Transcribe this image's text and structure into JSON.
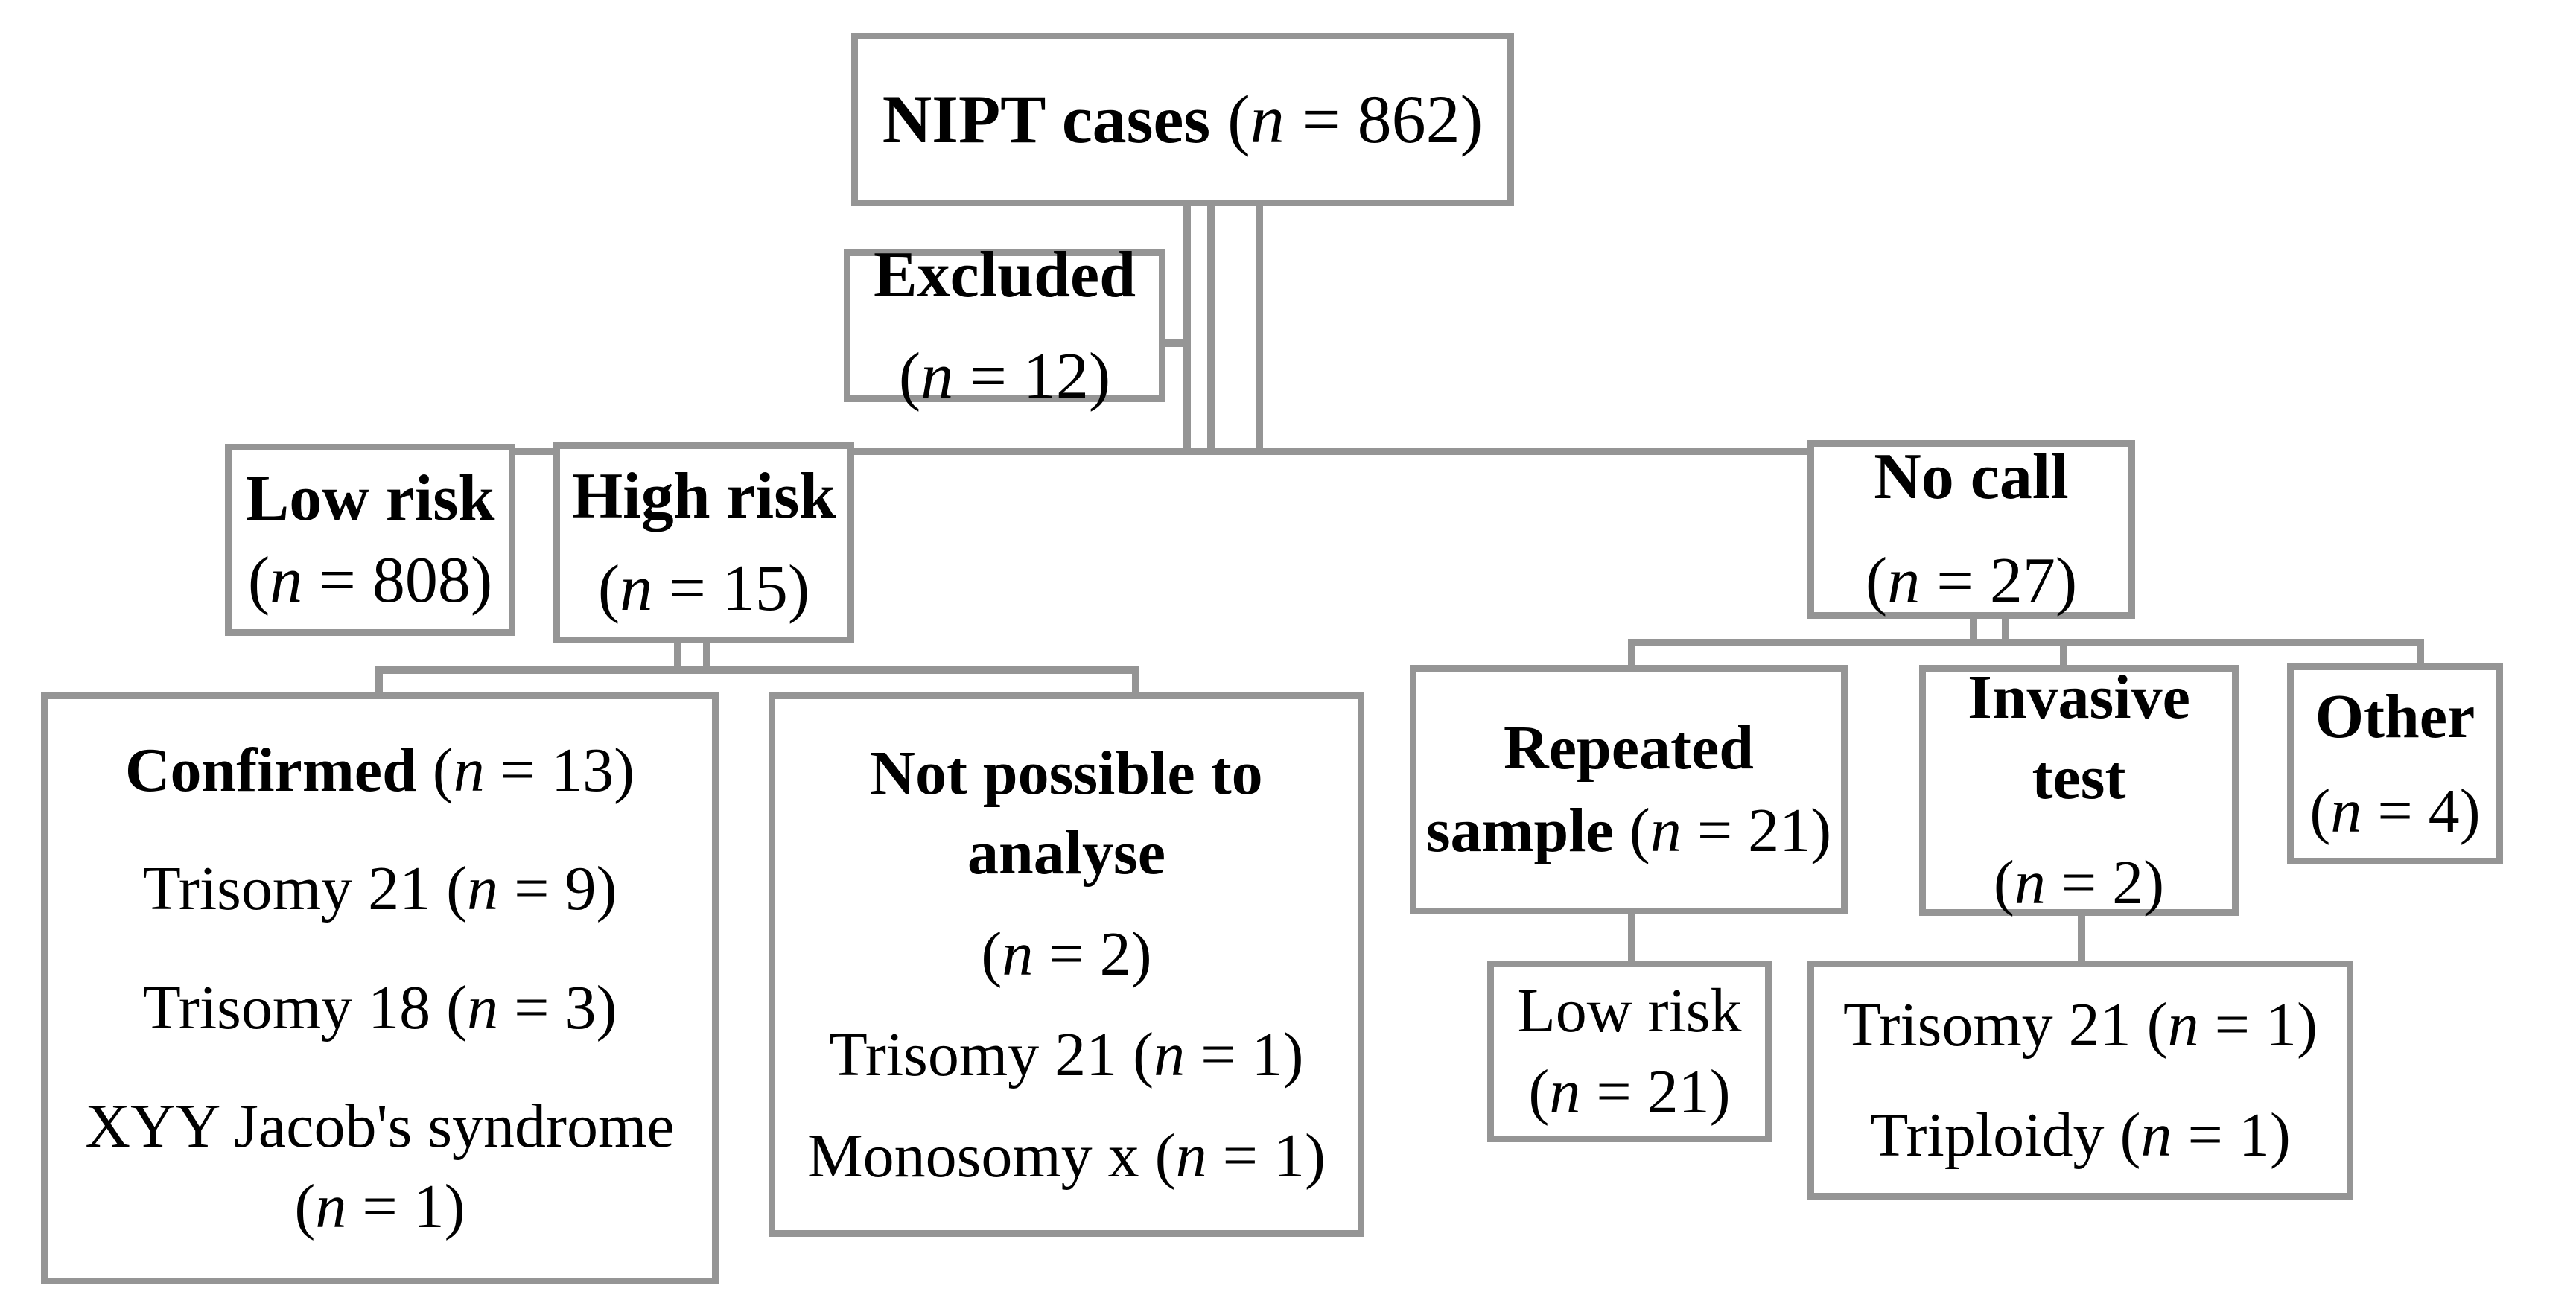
{
  "figure": {
    "description": "NIPT cases study flow diagram",
    "background_color": "#ffffff",
    "box_border_color": "#959595",
    "connector_color": "#959595",
    "text_color": "#000000"
  },
  "sym": {
    "n": "n"
  },
  "nodes": {
    "nipt": {
      "title": "NIPT cases ",
      "count_pre": "(",
      "count_post": " = 862)"
    },
    "excluded": {
      "title": "Excluded",
      "count_pre": "(",
      "count_post": " = 12)"
    },
    "low_risk": {
      "title": "Low risk",
      "count_pre": "(",
      "count_post": " = 808)"
    },
    "high_risk": {
      "title": "High risk",
      "count_pre": "(",
      "count_post": " = 15)"
    },
    "no_call": {
      "title": "No call",
      "count_pre": "(",
      "count_post": " = 27)"
    },
    "confirmed": {
      "title": "Confirmed ",
      "count_pre": "(",
      "count_post": " = 13)",
      "t21_pre": "Trisomy 21 (",
      "t21_post": " = 9)",
      "t18_pre": "Trisomy 18 (",
      "t18_post": " = 3)",
      "xyy_line": "XYY Jacob's syndrome",
      "xyy_pre": "(",
      "xyy_post": " = 1)"
    },
    "not_possible": {
      "title_line1": "Not possible to",
      "title_line2": "analyse",
      "count_pre": "(",
      "count_post": " = 2)",
      "t21_pre": "Trisomy 21 (",
      "t21_post": " = 1)",
      "mono_pre": "Monosomy x (",
      "mono_post": " = 1)"
    },
    "repeated": {
      "title_line1": "Repeated",
      "title_line2": "sample ",
      "count_pre": "(",
      "count_post": " = 21)"
    },
    "invasive": {
      "title_line1": "Invasive",
      "title_line2": "test",
      "count_pre": "(",
      "count_post": " = 2)"
    },
    "other": {
      "title": "Other",
      "count_pre": "(",
      "count_post": " = 4)"
    },
    "low_risk_21": {
      "title": "Low risk",
      "count_pre": "(",
      "count_post": " = 21)"
    },
    "invasive_results": {
      "t21_pre": "Trisomy 21 (",
      "t21_post": " = 1)",
      "trip_pre": "Triploidy (",
      "trip_post": " = 1)"
    }
  }
}
